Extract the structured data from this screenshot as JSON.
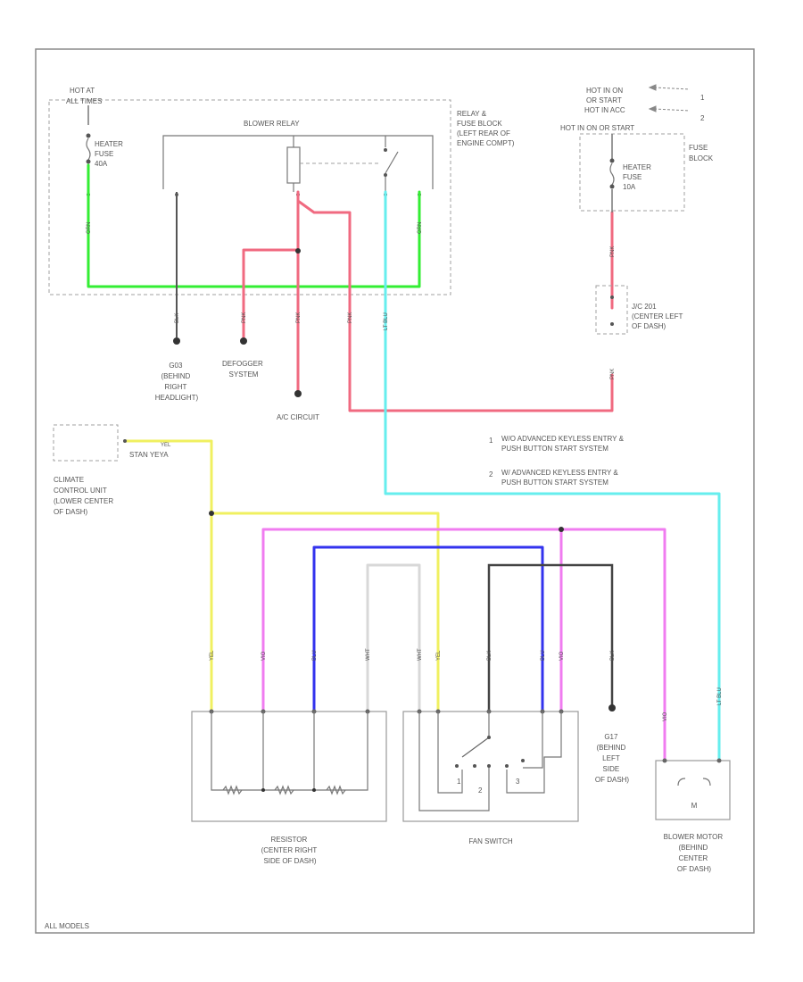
{
  "hot_at_all_times": [
    "HOT AT",
    "ALL TIMES"
  ],
  "heater_fuse_left": [
    "HEATER",
    "FUSE",
    "40A"
  ],
  "blower_relay": "BLOWER RELAY",
  "relay_fuse_block": [
    "RELAY &",
    "FUSE BLOCK",
    "(LEFT REAR OF",
    "ENGINE COMPT)"
  ],
  "hot_in_on": [
    "HOT IN ON",
    "OR START",
    "HOT IN ACC",
    "HOT IN ON OR START"
  ],
  "hot_notes": [
    "1",
    "2"
  ],
  "fuse_block": [
    "FUSE",
    "BLOCK"
  ],
  "heater_fuse_right": [
    "HEATER",
    "FUSE",
    "10A"
  ],
  "jc_201": [
    "J/C 201",
    "(CENTER LEFT",
    "OF DASH)"
  ],
  "ground_g03": [
    "G03",
    "(BEHIND",
    "RIGHT",
    "HEADLIGHT)"
  ],
  "defogger": [
    "DEFOGGER",
    "SYSTEM"
  ],
  "ac_circuit": "A/C CIRCUIT",
  "climate_unit": [
    "CLIMATE",
    "CONTROL UNIT",
    "(LOWER CENTER",
    "OF DASH)"
  ],
  "stan_label": "STAN YEYA",
  "note_1": [
    "W/O ADVANCED KEYLESS ENTRY &",
    "PUSH BUTTON START SYSTEM"
  ],
  "note_2": [
    "W/ ADVANCED KEYLESS ENTRY &",
    "PUSH BUTTON START SYSTEM"
  ],
  "note_nums": [
    "1",
    "2"
  ],
  "resistor": [
    "RESISTOR",
    "(CENTER RIGHT",
    "SIDE OF DASH)"
  ],
  "fan_switch": "FAN SWITCH",
  "g17": [
    "G17",
    "(BEHIND",
    "LEFT",
    "SIDE",
    "OF DASH)"
  ],
  "blower_motor": [
    "BLOWER MOTOR",
    "(BEHIND",
    "CENTER",
    "OF DASH)"
  ],
  "motor_symbol": "M",
  "switch_positions": [
    "1",
    "2",
    "3"
  ],
  "footer": "ALL MODELS",
  "wire_codes": {
    "grn": "GRN",
    "blk": "BLK",
    "pnk": "PNK",
    "lt_blu": "LT BLU",
    "yel": "YEL",
    "vio": "VIO",
    "blu": "BLU",
    "wht": "WHT"
  },
  "wire_colors": {
    "green": "#33ee33",
    "pink": "#f06a80",
    "cyan": "#66eeee",
    "yellow": "#f0f060",
    "violet": "#f07cf0",
    "blue": "#3333ee",
    "white": "#d8d8d8",
    "black": "#444444"
  }
}
